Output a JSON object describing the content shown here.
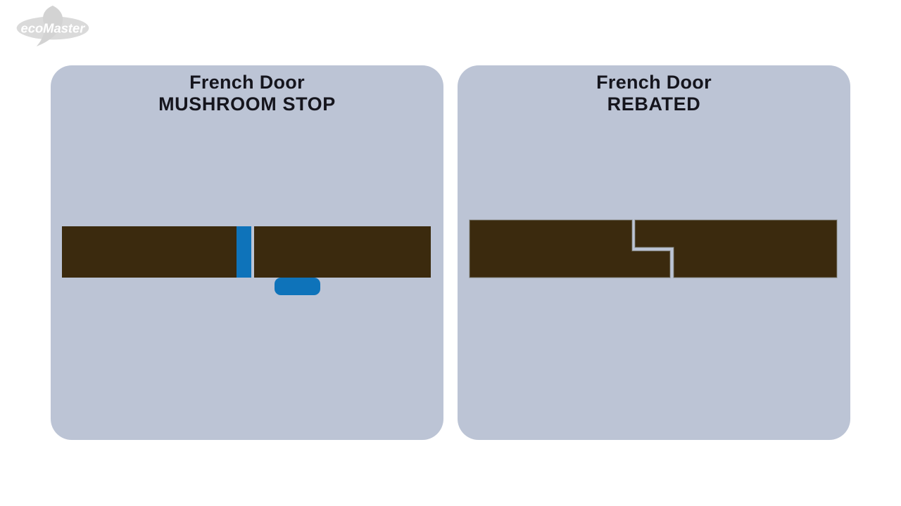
{
  "colors": {
    "page_bg": "#ffffff",
    "panel_bg": "#bcc4d5",
    "door_brown": "#3b2a0e",
    "seal_blue": "#0e73ba",
    "title_text": "#15151d",
    "joint_outline": "#858780",
    "logo_ellipse": "#dadada",
    "logo_swoosh": "#d3d3d3",
    "logo_text_color": "#ffffff"
  },
  "logo": {
    "text": "ecoMaster"
  },
  "panels": [
    {
      "title_line1": "French Door",
      "title_line2": "MUSHROOM STOP",
      "diagram_type": "cross-section: two door slabs with blue mushroom-stop seal in the meeting gap"
    },
    {
      "title_line1": "French Door",
      "title_line2": "REBATED",
      "diagram_type": "cross-section: two door slabs meeting in an interlocking stepped rebate joint"
    }
  ]
}
